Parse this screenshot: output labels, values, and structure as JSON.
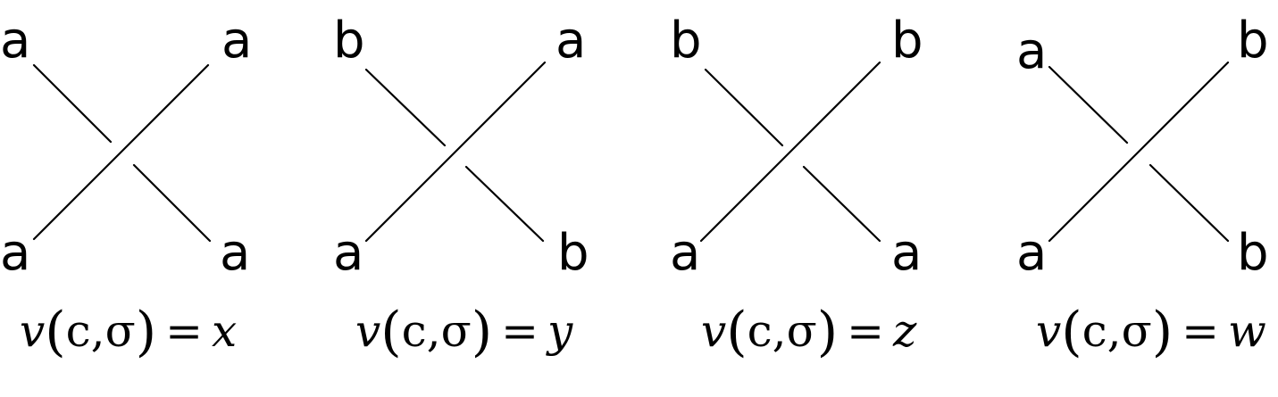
{
  "crossings": [
    {
      "top_left": "a",
      "top_right": "a",
      "bottom_left": "a",
      "bottom_right": "a",
      "value": {
        "v": "v",
        "open": "(",
        "args": "c,σ",
        "close": ")",
        "eq": "=",
        "rhs": "x"
      }
    },
    {
      "top_left": "b",
      "top_right": "a",
      "bottom_left": "a",
      "bottom_right": "b",
      "value": {
        "v": "v",
        "open": "(",
        "args": "c,σ",
        "close": ")",
        "eq": "=",
        "rhs": "y"
      }
    },
    {
      "top_left": "b",
      "top_right": "b",
      "bottom_left": "a",
      "bottom_right": "a",
      "value": {
        "v": "v",
        "open": "(",
        "args": "c,σ",
        "close": ")",
        "eq": "=",
        "rhs": "z"
      }
    },
    {
      "top_left": "a",
      "top_right": "b",
      "bottom_left": "a",
      "bottom_right": "b",
      "value": {
        "v": "v",
        "open": "(",
        "args": "c,σ",
        "close": ")",
        "eq": "=",
        "rhs": "w"
      }
    }
  ]
}
